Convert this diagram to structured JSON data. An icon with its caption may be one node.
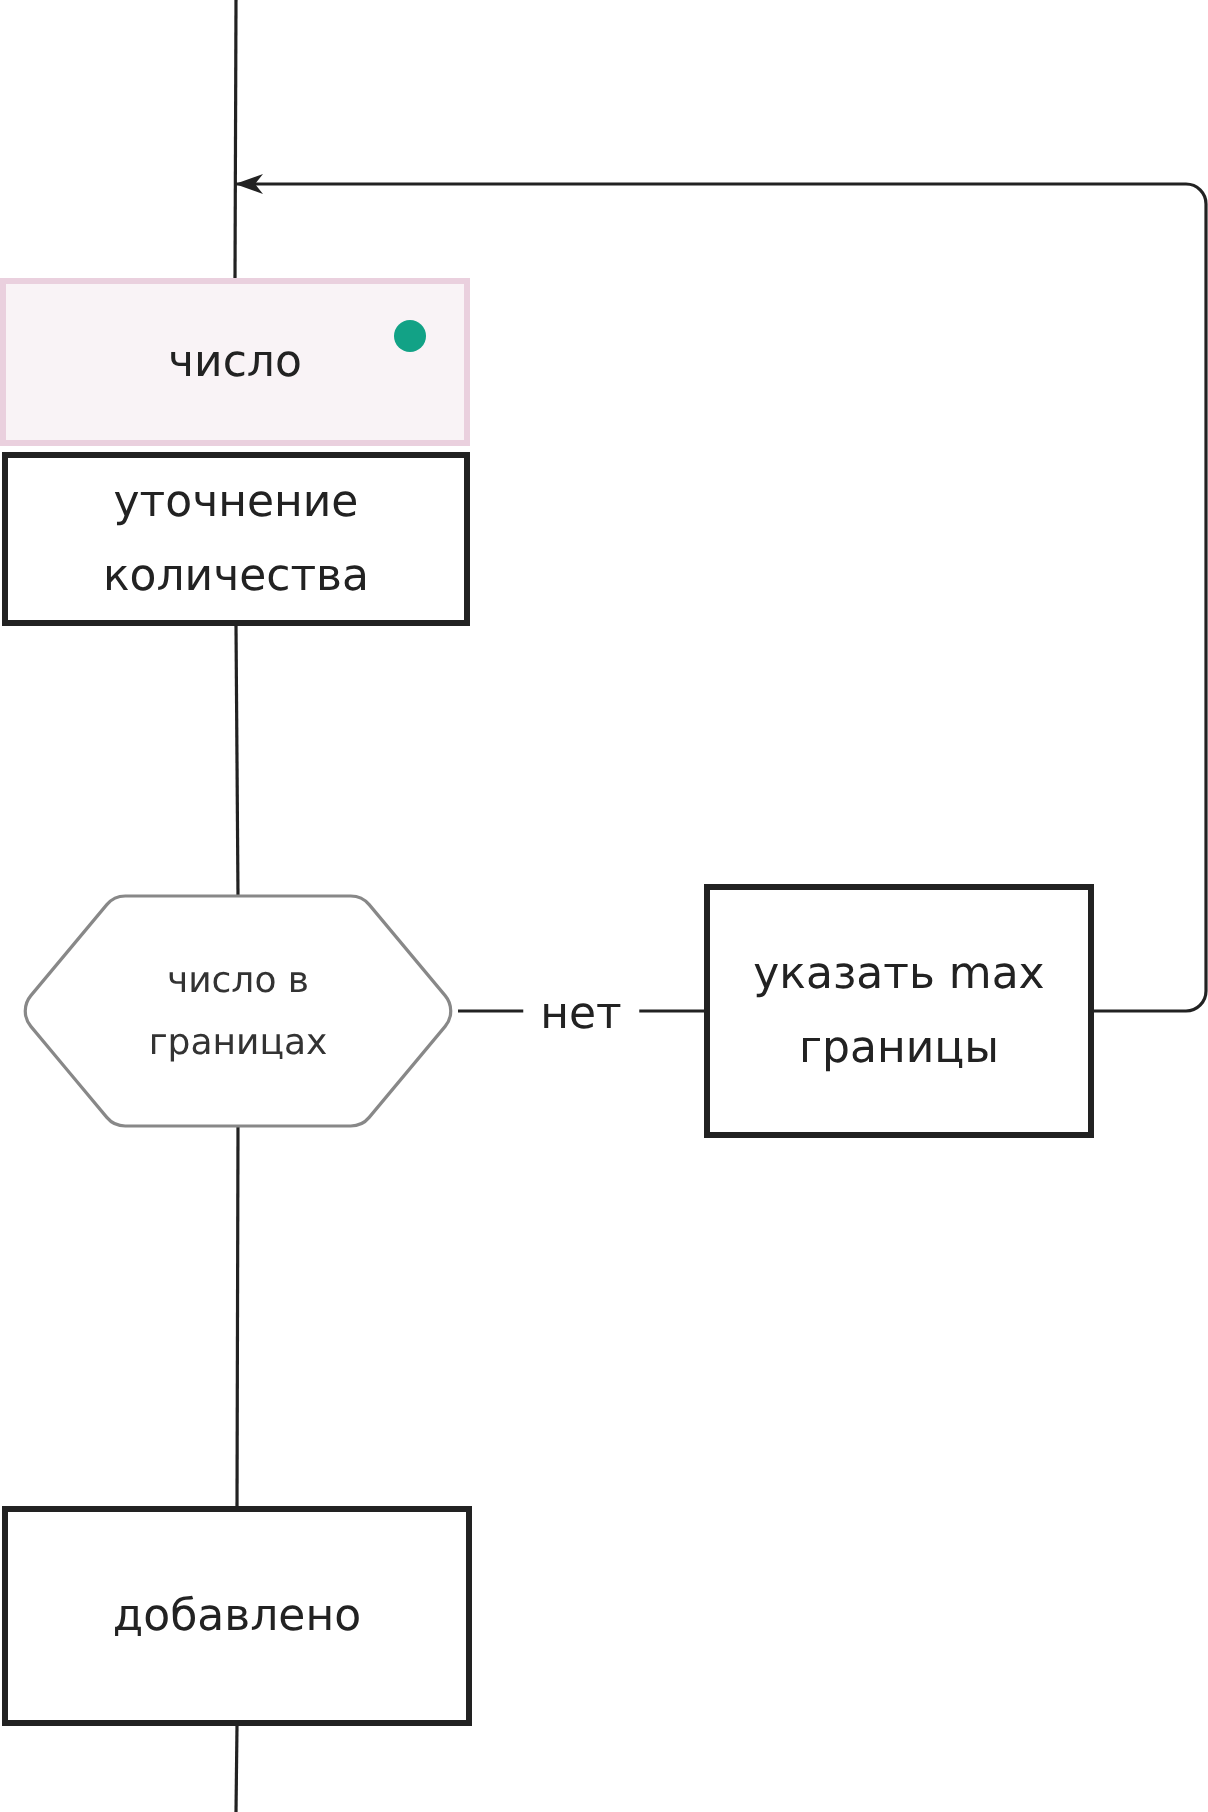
{
  "diagram": {
    "nodes": [
      {
        "text": [
          "число"
        ]
      },
      {
        "text": [
          "уточнение количества"
        ]
      },
      {
        "text": [
          "число в границах"
        ]
      },
      {
        "text": [
          "указать max границы"
        ]
      },
      {
        "text": [
          "добавлено"
        ]
      }
    ],
    "edges": [
      {
        "from": null,
        "to": 0,
        "arrow": "none"
      },
      {
        "from": 1,
        "to": 2,
        "arrow": "none"
      },
      {
        "from": 2,
        "to": 3,
        "arrow": "none",
        "label": "нет"
      },
      {
        "from": 3,
        "to": 0,
        "arrow": "to"
      },
      {
        "from": 2,
        "to": 4,
        "arrow": "none"
      },
      {
        "from": 4,
        "to": null,
        "arrow": "none"
      }
    ]
  }
}
